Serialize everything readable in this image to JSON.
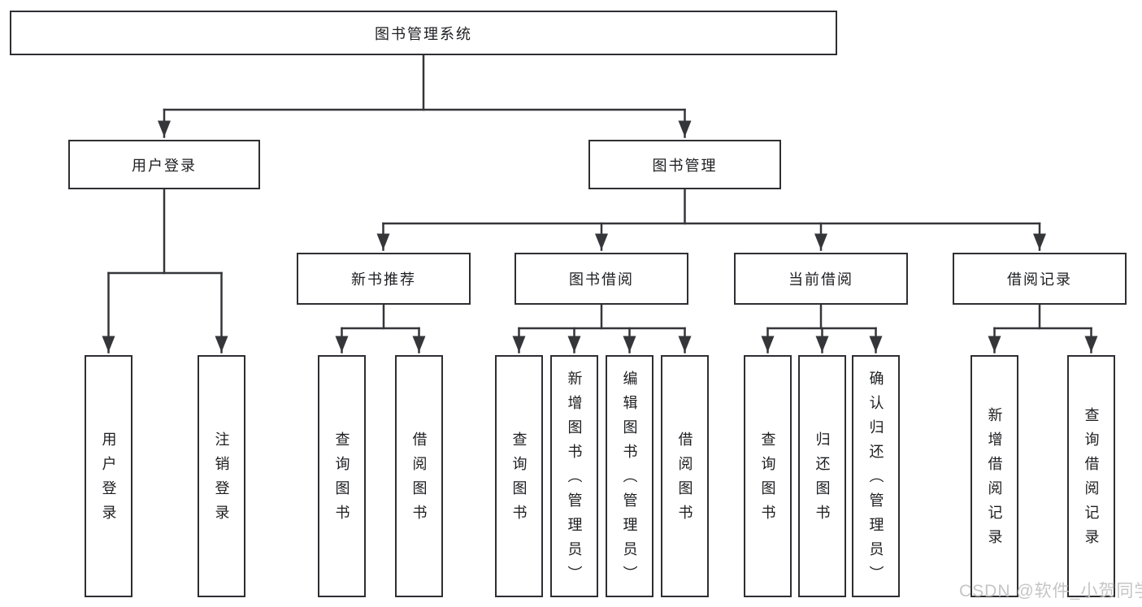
{
  "diagram": {
    "title": "图书管理系统",
    "branches": [
      {
        "label": "用户登录",
        "children": [
          {
            "label": "用户登录"
          },
          {
            "label": "注销登录"
          }
        ]
      },
      {
        "label": "图书管理",
        "children": [
          {
            "label": "新书推荐",
            "children": [
              {
                "label": "查询图书"
              },
              {
                "label": "借阅图书"
              }
            ]
          },
          {
            "label": "图书借阅",
            "children": [
              {
                "label": "查询图书"
              },
              {
                "label": "新增图书（管理员）"
              },
              {
                "label": "编辑图书（管理员）"
              },
              {
                "label": "借阅图书"
              }
            ]
          },
          {
            "label": "当前借阅",
            "children": [
              {
                "label": "查询图书"
              },
              {
                "label": "归还图书"
              },
              {
                "label": "确认归还（管理员）"
              }
            ]
          },
          {
            "label": "借阅记录",
            "children": [
              {
                "label": "新增借阅记录"
              },
              {
                "label": "查询借阅记录"
              }
            ]
          }
        ]
      }
    ]
  },
  "watermark": "CSDN @软件_小贺同学",
  "colors": {
    "line": "#35363a",
    "box_border": "#2e2f33",
    "box_fill": "#ffffff",
    "text": "#1d1e21",
    "watermark": "#c5c5c5",
    "background": "#ffffff"
  }
}
